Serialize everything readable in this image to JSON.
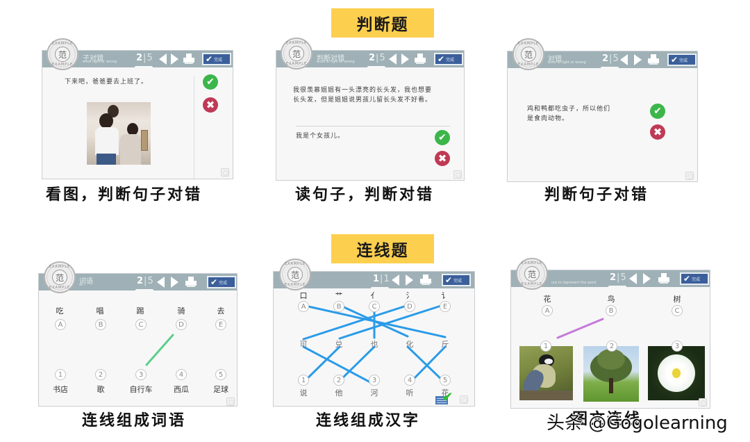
{
  "sections": {
    "judgement": {
      "label": "判断题"
    },
    "matching": {
      "label": "连线题"
    }
  },
  "common": {
    "stamp_center": "范",
    "stamp_ring_top": "EXAMPLE",
    "stamp_ring_bottom": "EXAMPLE",
    "done_label": "完成",
    "check_glyph": "✔",
    "correct_glyph": "✔",
    "wrong_glyph": "✖",
    "pager_sep": "|"
  },
  "panels": [
    {
      "id": "p1",
      "bar_title": "子对错",
      "bar_subtitle": "ence right or wrong",
      "page_current": "2",
      "page_total": "5",
      "sentence": "下来吧，爸爸要去上班了。",
      "answers": [
        "correct",
        "wrong"
      ],
      "caption": "看图，判断句子对错"
    },
    {
      "id": "p2",
      "bar_title": "判断对错",
      "bar_subtitle": "ence is right or wrong",
      "page_current": "2",
      "page_total": "5",
      "passage_line1": "我很羡慕姐姐有一头漂亮的长头发，我也想要",
      "passage_line2": "长头发，但是姐姐说男孩儿留长头发不好看。",
      "statement": "我是个女孩儿。",
      "answers": [
        "correct",
        "wrong"
      ],
      "caption": "读句子，判断对错"
    },
    {
      "id": "p3",
      "bar_title": "对错",
      "bar_subtitle": "ence is right or wrong",
      "page_current": "2",
      "page_total": "5",
      "sentence_line1": "鸡和鸭都吃虫子，所以他们",
      "sentence_line2": "是食肉动物。",
      "answers": [
        "correct",
        "wrong"
      ],
      "caption": "判断句子对错"
    },
    {
      "id": "p4",
      "bar_title": "词语",
      "bar_subtitle": "ds",
      "page_current": "2",
      "page_total": "5",
      "top_items": [
        {
          "text": "吃",
          "label": "A"
        },
        {
          "text": "唱",
          "label": "B"
        },
        {
          "text": "踢",
          "label": "C"
        },
        {
          "text": "骑",
          "label": "D"
        },
        {
          "text": "去",
          "label": "E"
        }
      ],
      "bottom_items": [
        {
          "label": "1",
          "text": "书店"
        },
        {
          "label": "2",
          "text": "歌"
        },
        {
          "label": "3",
          "text": "自行车"
        },
        {
          "label": "4",
          "text": "西瓜"
        },
        {
          "label": "5",
          "text": "足球"
        }
      ],
      "connections": [
        [
          "D",
          "3"
        ]
      ],
      "line_color": "#5ccf8a",
      "caption": "连线组成词语"
    },
    {
      "id": "p5",
      "page_current": "1",
      "page_total": "1",
      "top_items": [
        {
          "text": "口",
          "label": "A"
        },
        {
          "text": "艹",
          "label": "B"
        },
        {
          "text": "亻",
          "label": "C"
        },
        {
          "text": "氵",
          "label": "D"
        },
        {
          "text": "讠",
          "label": "E"
        }
      ],
      "middle_items": [
        "可",
        "兑",
        "也",
        "化",
        "斤"
      ],
      "bottom_items": [
        {
          "label": "1",
          "text": "说"
        },
        {
          "label": "2",
          "text": "他"
        },
        {
          "label": "3",
          "text": "河"
        },
        {
          "label": "4",
          "text": "听"
        },
        {
          "label": "5",
          "text": "花"
        }
      ],
      "line_color": "#2a9be8",
      "caption": "连线组成汉字"
    },
    {
      "id": "p6",
      "bar_subtitle": "ure to represent the word",
      "page_current": "2",
      "page_total": "5",
      "top_items": [
        {
          "text": "花",
          "label": "A"
        },
        {
          "text": "鸟",
          "label": "B"
        },
        {
          "text": "树",
          "label": "C"
        }
      ],
      "pictures": [
        {
          "label": "1",
          "subject": "bird"
        },
        {
          "label": "2",
          "subject": "tree"
        },
        {
          "label": "3",
          "subject": "white flower"
        }
      ],
      "connections": [
        [
          "B",
          "1"
        ]
      ],
      "line_color": "#c47ad8",
      "caption": "图文连线"
    }
  ],
  "watermark": "头条 @Gogolearning"
}
